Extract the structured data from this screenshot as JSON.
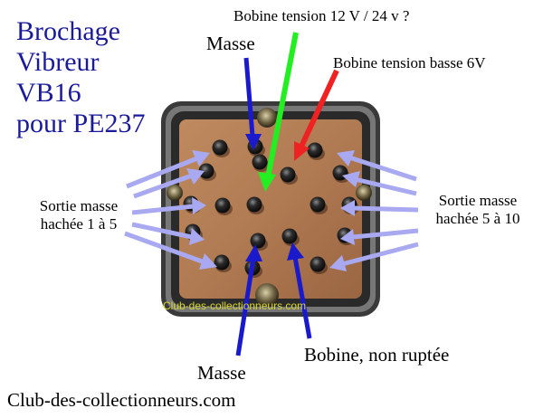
{
  "title_lines": [
    "Brochage",
    "Vibreur",
    "VB16",
    "pour PE237"
  ],
  "labels": {
    "bobine_haute": "Bobine tension 12 V / 24 v ?",
    "masse_top": "Masse",
    "bobine_basse": "Bobine tension basse 6V",
    "sortie_gauche_1": "Sortie masse",
    "sortie_gauche_2": "hachée 1 à 5",
    "sortie_droite_1": "Sortie masse",
    "sortie_droite_2": "hachée 5 à 10",
    "masse_bottom": "Masse",
    "bobine_non_ruptee": "Bobine, non ruptée"
  },
  "watermark": "Club-des-collectionneurs.com",
  "footer": "Club-des-collectionneurs.com",
  "colors": {
    "title": "#1a1a9a",
    "arrow_blue": "#1a1acc",
    "arrow_green": "#22ee22",
    "arrow_red": "#ee2222",
    "arrow_lavender": "#a9a9f2",
    "board": "#b07a52",
    "frame": "#2a2a2a"
  },
  "icons": [
    "vibrator-socket",
    "pin",
    "arrow"
  ]
}
